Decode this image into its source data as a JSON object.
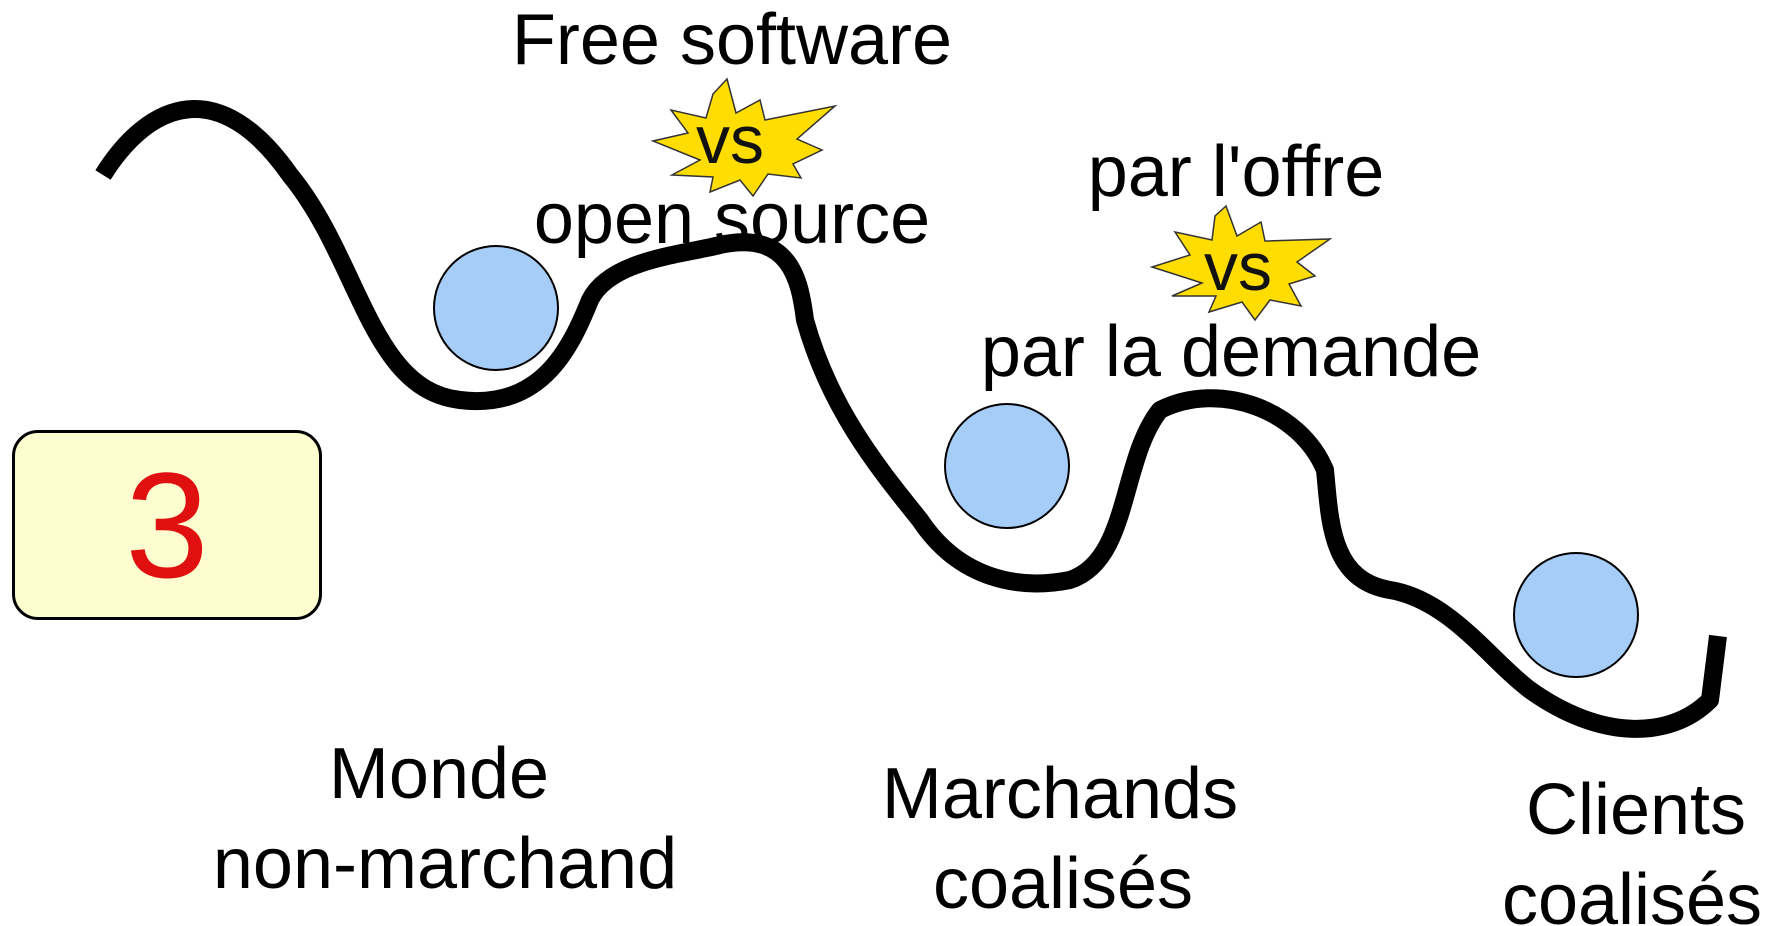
{
  "step": {
    "number": "3"
  },
  "top_labels": {
    "debate1_line1": "Free software",
    "debate1_vs": "vs",
    "debate1_line2": "open source",
    "debate2_line1": "par l'offre",
    "debate2_vs": "vs",
    "debate2_line2": "par la demande"
  },
  "bottom_labels": {
    "world1_line1": "Monde",
    "world1_line2": "non-marchand",
    "world2_line1": "Marchands",
    "world2_line2": "coalisés",
    "world3_line1": "Clients",
    "world3_line2": "coalisés"
  },
  "colors": {
    "curve": "#000000",
    "ball": "#a6ccf8",
    "burst": "#ffdd00",
    "step_box": "#fdfdd0",
    "step_number": "#e01010"
  }
}
